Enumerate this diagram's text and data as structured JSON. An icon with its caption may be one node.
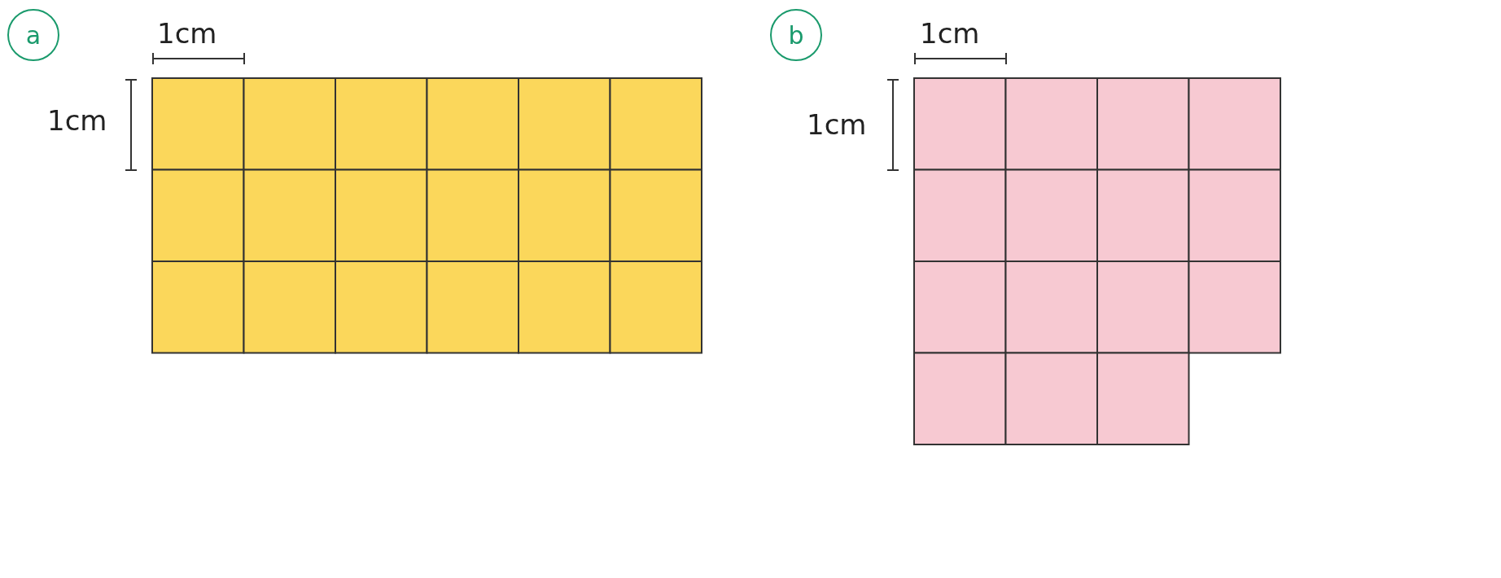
{
  "diagram": {
    "nodes": [
      {
        "text": [
          "a"
        ]
      },
      {
        "text": [
          "b"
        ]
      }
    ],
    "labels": [
      "1cm",
      "1cm",
      "1cm",
      "1cm"
    ]
  }
}
